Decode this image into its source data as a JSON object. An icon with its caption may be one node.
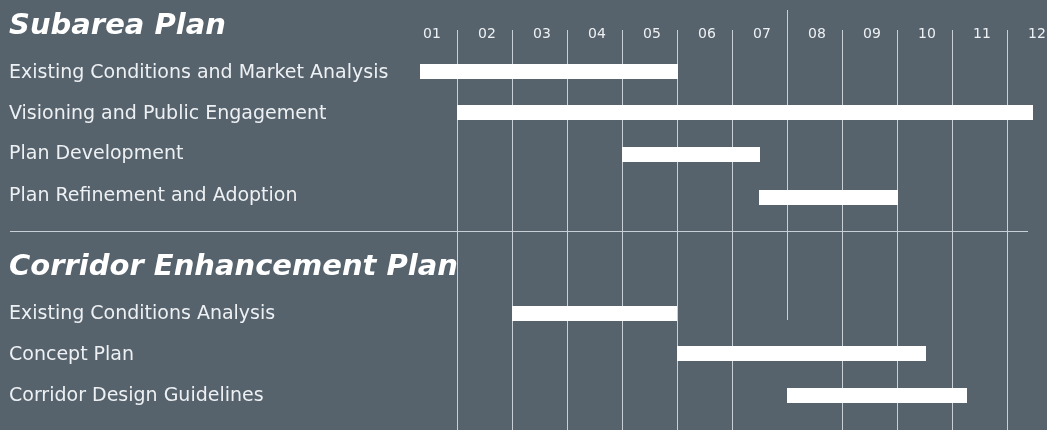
{
  "diagram": {
    "nodes": [
      {
        "text": [],
        "shape": "bar"
      },
      {
        "text": [],
        "shape": "bar"
      },
      {
        "text": [],
        "shape": "bar"
      },
      {
        "text": [],
        "shape": "bar"
      },
      {
        "text": [],
        "shape": "bar"
      },
      {
        "text": [],
        "shape": "bar"
      },
      {
        "text": [],
        "shape": "bar"
      }
    ],
    "labels": [
      "Subarea Plan",
      "01",
      "02",
      "03",
      "04",
      "05",
      "06",
      "07",
      "08",
      "09",
      "10",
      "11",
      "12",
      "Existing Conditions and Market Analysis",
      "Visioning and Public Engagement",
      "Plan Development",
      "Plan Refinement and Adoption",
      "Corridor Enhancement Plan",
      "Existing Conditions Analysis",
      "Concept Plan",
      "Corridor Design Guidelines"
    ]
  }
}
